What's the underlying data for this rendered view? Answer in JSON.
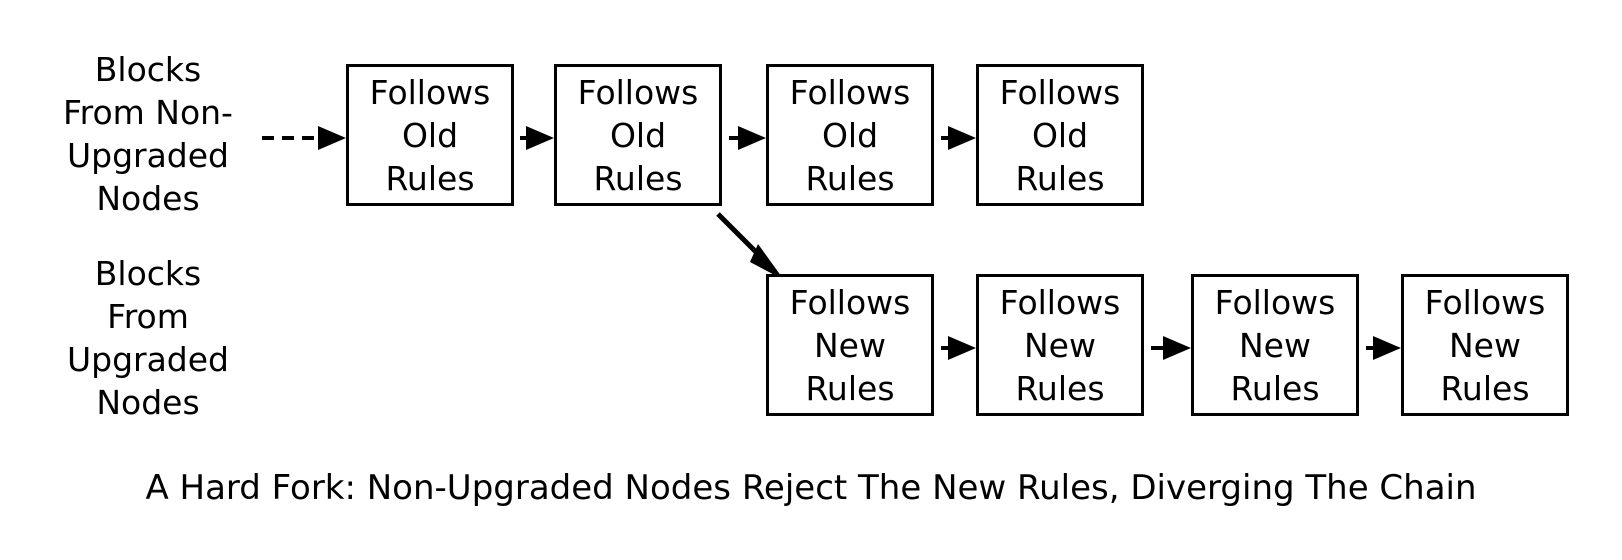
{
  "labels": {
    "non_upgraded": [
      "Blocks",
      "From Non-",
      "Upgraded",
      "Nodes"
    ],
    "upgraded": [
      "Blocks",
      "From",
      "Upgraded",
      "Nodes"
    ]
  },
  "old_chain": [
    {
      "lines": [
        "Follows",
        "Old",
        "Rules"
      ]
    },
    {
      "lines": [
        "Follows",
        "Old",
        "Rules"
      ]
    },
    {
      "lines": [
        "Follows",
        "Old",
        "Rules"
      ]
    },
    {
      "lines": [
        "Follows",
        "Old",
        "Rules"
      ]
    }
  ],
  "new_chain": [
    {
      "lines": [
        "Follows",
        "New",
        "Rules"
      ]
    },
    {
      "lines": [
        "Follows",
        "New",
        "Rules"
      ]
    },
    {
      "lines": [
        "Follows",
        "New",
        "Rules"
      ]
    },
    {
      "lines": [
        "Follows",
        "New",
        "Rules"
      ]
    }
  ],
  "caption": "A Hard Fork:  Non-Upgraded Nodes Reject The New Rules, Diverging The Chain"
}
